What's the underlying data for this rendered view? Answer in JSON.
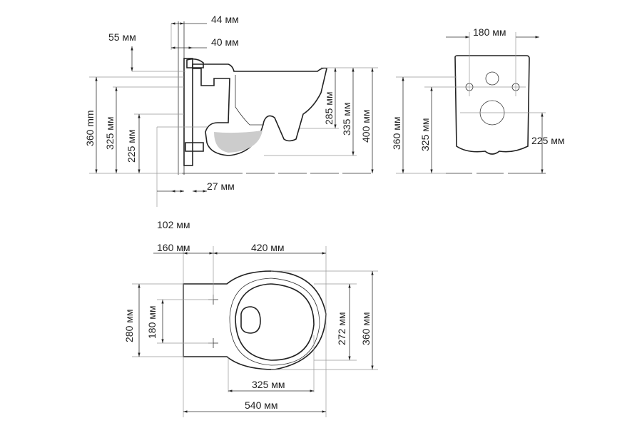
{
  "side_view": {
    "dim_44": "44 мм",
    "dim_55": "55 мм",
    "dim_40": "40 мм",
    "dim_360": "360 mm",
    "dim_325": "325 мм",
    "dim_225": "225 мм",
    "dim_285": "285 мм",
    "dim_335": "335 мм",
    "dim_400": "400 мм",
    "dim_27": "27 мм",
    "dim_102": "102 мм"
  },
  "front_view": {
    "dim_180": "180 мм",
    "dim_360": "360 мм",
    "dim_325": "325 мм",
    "dim_225": "225 мм"
  },
  "top_view": {
    "dim_160": "160 мм",
    "dim_420": "420 мм",
    "dim_280": "280 мм",
    "dim_180": "180 мм",
    "dim_272": "272 мм",
    "dim_360": "360 мм",
    "dim_325": "325 мм",
    "dim_540": "540 мм"
  }
}
